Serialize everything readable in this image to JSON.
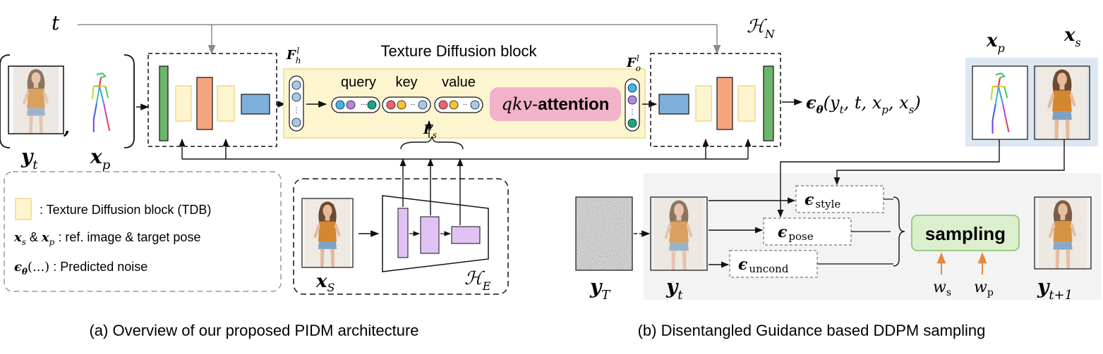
{
  "colors": {
    "tdb_fill": "#fdf5d0",
    "tdb_border": "#f1d98a",
    "green_block": "#6db56b",
    "orange_block": "#f4a57e",
    "blue_block": "#7eafda",
    "purple_block": "#e0c3f2",
    "attention_pink": "#f2b2c9",
    "sampling_fill": "#dcefcd",
    "sampling_border": "#8ec47a",
    "guide_arrow": "#e8863a",
    "panel_blue": "#dde7f1",
    "panel_gray": "#f3f3f3",
    "token_blue": "#3fb4ec",
    "token_purple": "#b585e3",
    "token_green": "#1aa57e",
    "token_red": "#f0616a",
    "token_yellow": "#f4c430",
    "token_lightblue": "#a8c8e8"
  },
  "part_a": {
    "t_label": "t",
    "yt_label": "y",
    "yt_sub": "t",
    "comma": ",",
    "xp_label": "x",
    "xp_sub": "p",
    "Fh_label": "F",
    "Fh_sub": "h",
    "Fh_sup": "l",
    "Fo_label": "F",
    "Fo_sub": "o",
    "Fo_sup": "l",
    "tdb_title": "Texture Diffusion block",
    "query_label": "query",
    "key_label": "key",
    "value_label": "value",
    "attention_prefix": "qkv-",
    "attention_label": "attention",
    "Fs_label": "F",
    "Fs_sub": "s",
    "HN_label": "ℋ",
    "HN_sub": "N",
    "HE_label": "ℋ",
    "HE_sub": "E",
    "xs_label": "x",
    "xs_sub": "S",
    "output_eps": "ϵ",
    "output_eps_sub": "θ",
    "output_args": "(y",
    "output_args_sub": "t",
    "output_rest1": ", t, x",
    "output_rest1_sub": "p",
    "output_rest2": ", x",
    "output_rest2_sub": "s",
    "output_close": ")",
    "legend_tdb": ": Texture Diffusion block (TDB)",
    "legend_xs": "x",
    "legend_xs_sub": "s",
    "legend_amp": " & ",
    "legend_xp": "x",
    "legend_xp_sub": "p",
    "legend_ref": " : ref. image & target pose",
    "legend_eps": "ϵ",
    "legend_eps_sub": "θ",
    "legend_eps_args": "(...)",
    "legend_noise": " : Predicted noise",
    "caption": "(a) Overview of our proposed PIDM architecture"
  },
  "part_b": {
    "xp_label": "x",
    "xp_sub": "p",
    "xs_label": "x",
    "xs_sub": "s",
    "eps": "ϵ",
    "style_sub": "style",
    "pose_sub": "pose",
    "uncond_sub": "uncond",
    "sampling_label": "sampling",
    "yT_label": "y",
    "yT_sub": "T",
    "yt_label": "y",
    "yt_sub": "t",
    "yt1_label": "y",
    "yt1_sub": "t+1",
    "ws_label": "w",
    "ws_sub": "s",
    "wp_label": "w",
    "wp_sub": "p",
    "caption": "(b) Disentangled Guidance based DDPM sampling"
  }
}
